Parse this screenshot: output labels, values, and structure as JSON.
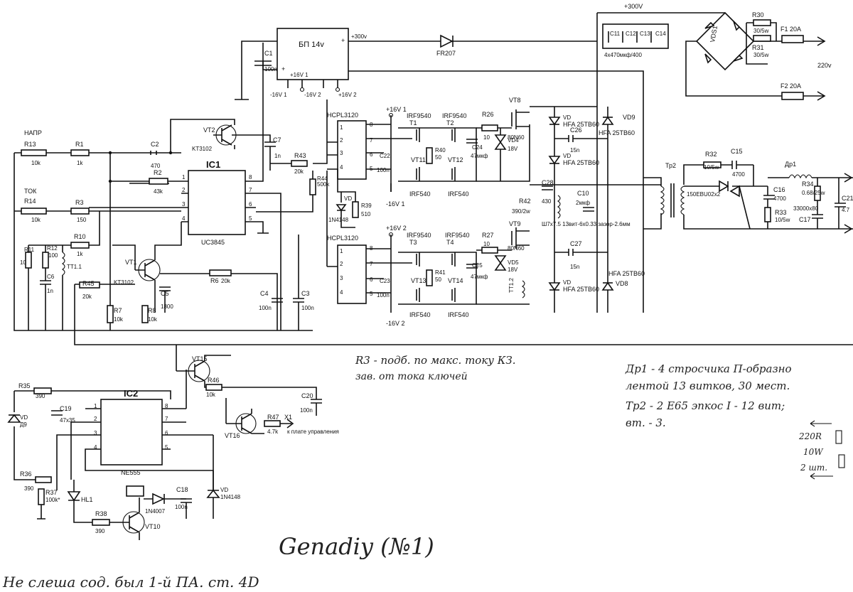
{
  "rails": {
    "bus_300v_top": "+300V",
    "bus_300v_ps": "+300v",
    "p16v1": "+16V 1",
    "m16v1": "-16V 1",
    "p16v2": "+16V 2",
    "m16v2": "-16V 2",
    "ps_out_m16v1": "-16V 1",
    "ps_out_p16v1": "+16V 1",
    "ps_out_m16v2": "-16V 2",
    "ps_out_p16v2": "+16V 2",
    "mains": "220v",
    "fuse1": "F1 20A",
    "fuse2": "F2 20A",
    "psu": "БП 14v"
  },
  "ics": {
    "ic1": "IC1",
    "ic1_part": "UC3845",
    "ic2": "IC2",
    "ic2_part": "NE555",
    "opto1": "HCPL3120",
    "opto2": "HCPL3120"
  },
  "labels": {
    "napr": "НАПР",
    "tok": "ТОК",
    "r13": "R13",
    "r13v": "10k",
    "r1": "R1",
    "r1v": "1k",
    "r14": "R14",
    "r14v": "10k",
    "r3": "R3",
    "r3v": "150",
    "r10": "R10",
    "r10v": "1k",
    "r11": "R11",
    "r11v": "10",
    "r12": "R12",
    "r12v": "100",
    "c6": "C6",
    "c6v": "1n",
    "tt11": "TT1.1",
    "c2": "C2",
    "c2v": "470",
    "r2": "R2",
    "r2v": "43k",
    "vt2": "VT2",
    "vt2p": "KT3102",
    "c7": "C7",
    "c7v": "1n",
    "c1": "C1",
    "c1v": "100n",
    "r43": "R43",
    "r43v": "20k",
    "r44": "R44",
    "r44v": "500k",
    "vt1": "VT1",
    "vt1p": "KT3102",
    "c5": "C5",
    "c5v": "1800",
    "r6": "R6",
    "r6v": "20k",
    "r45": "R45",
    "r45v": "20k",
    "r7": "R7",
    "r7v": "10k",
    "r8": "R8",
    "r8v": "10k",
    "c4": "C4",
    "c4v": "100n",
    "c3": "C3",
    "c3v": "100n",
    "fr207": "FR207",
    "vd_1n4148": "VD",
    "vd_1n4148p": "1N4148",
    "r39": "R39",
    "r39v": "510",
    "c22": "C22",
    "c22v": "100n",
    "c23": "C23",
    "c23v": "100n",
    "irf9540_a": "IRF9540",
    "irf9540_b": "IRF9540",
    "irf9540_c": "IRF9540",
    "irf9540_d": "IRF9540",
    "irf540_a": "IRF540",
    "irf540_b": "IRF540",
    "irf540_c": "IRF540",
    "irf540_d": "IRF540",
    "t1": "T1",
    "t2": "T2",
    "t3": "T3",
    "t4": "T4",
    "vt11": "VT11",
    "vt12": "VT12",
    "vt13": "VT13",
    "vt14": "VT14",
    "r40": "R40",
    "r40v": "50",
    "r41": "R41",
    "r41v": "50",
    "c24": "C24",
    "c24v": "47мкф",
    "c25": "C25",
    "c25v": "47мкф",
    "r26": "R26",
    "r26v": "10",
    "r27": "R27",
    "r27v": "10",
    "vt8": "VT8",
    "vt8p": "80N60",
    "vt9": "VT9",
    "vt9p": "80N60",
    "vd4": "VD4",
    "vd4v": "18V",
    "vd5": "VD5",
    "vd5v": "18V",
    "vd_hfa1": "VD",
    "vd_hfa1p": "HFA 25TB60",
    "vd_hfa2": "VD",
    "vd_hfa2p": "HFA 25TB60",
    "vd_hfa3": "VD",
    "vd_hfa3p": "HFA 25TB60",
    "vd9": "VD9",
    "vd9p": "HFA 25TB60",
    "vd8": "VD8",
    "vd8p": "HFA 25TB60",
    "c26": "C26",
    "c26v": "15n",
    "c27": "C27",
    "c27v": "15n",
    "c28": "C28",
    "c28v": "430",
    "r42": "R42",
    "r42v": "390/2w",
    "c10": "C10",
    "c10v": "2мкф",
    "sh7": "Ш7х7.5 13вит-6х0.33 зазор-2.6мм",
    "tt12": "TT1.2",
    "tr2": "Тр2",
    "c11": "C11",
    "c12": "C12",
    "c13": "C13",
    "c14": "C14",
    "c11_14v": "4x470мкф/400",
    "vds1": "VDS1",
    "r30": "R30",
    "r30v": "30/5w",
    "r31": "R31",
    "r31v": "30/5w",
    "r32": "R32",
    "r32v": "10/5w",
    "c15": "C15",
    "c15v": "4700",
    "diode_out": "150EBU02x2",
    "c16": "C16",
    "c16v": "4700",
    "r33": "R33",
    "r33v": "10/5w",
    "dr1": "Др1",
    "r34": "R34",
    "r34v": "0.68/25w",
    "c17": "C17",
    "c17v": "33000x80",
    "c21": "C21",
    "c21v": "4.7",
    "vt15": "VT15",
    "r46": "R46",
    "r46v": "10k",
    "c20": "C20",
    "c20v": "100n",
    "vt16": "VT16",
    "r47": "R47",
    "r47v": "4.7k",
    "x1": "X1",
    "x1_note": "к плате управления",
    "r35": "R35",
    "r35v": "390",
    "vd_d9": "VD",
    "vd_d9p": "Д9",
    "c19": "C19",
    "c19v": "47x35",
    "r36": "R36",
    "r36v": "390",
    "r37": "R37",
    "r37v": "100k*",
    "hl1": "HL1",
    "r38": "R38",
    "r38v": "390",
    "vt10": "VT10",
    "c18": "C18",
    "c18v": "100n",
    "d_1n4007": "1N4007",
    "vd_1n4148b": "VD",
    "vd_1n4148bp": "1N4148"
  },
  "handwriting": {
    "note_r3_line1": "R3 - подб. по макс. току КЗ.",
    "note_r3_line2": "зав. от тока ключей",
    "note_dr1_line1": "Др1 - 4 стросчика П-образно",
    "note_dr1_line2": "лентой 13 витков, 30 мест.",
    "note_dr1_line3": "Тр2 - 2 Е65 эпкос I - 12 вит;",
    "note_dr1_line4": "вт. - 3.",
    "note_res1": "220R",
    "note_res2": "10W",
    "note_res3": "2 шт.",
    "signature": "Genadiy (№1)",
    "bottom_note": "Не слеша сод. был 1-й ПА. ст. 4D"
  }
}
